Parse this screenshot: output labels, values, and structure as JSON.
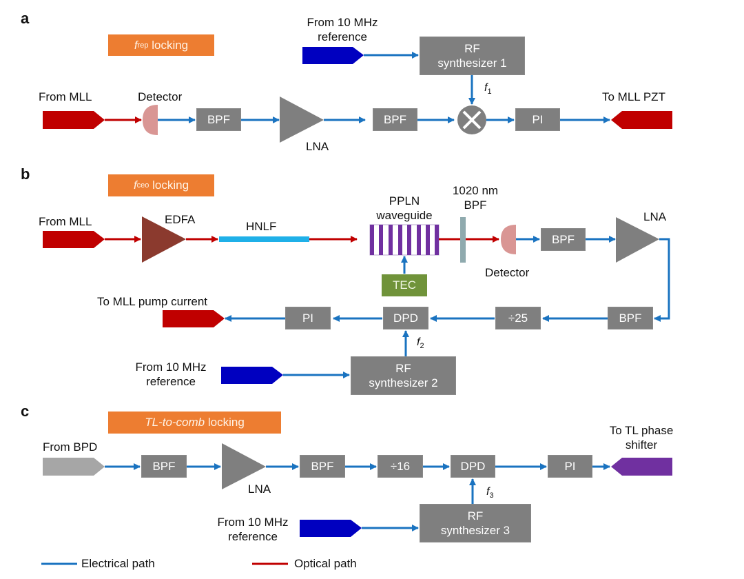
{
  "panels": {
    "a": {
      "letter": "a",
      "badge": {
        "italic": "f",
        "sub": "rep",
        "text": " locking"
      },
      "from_mll": "From MLL",
      "detector": "Detector",
      "bpf1": "BPF",
      "lna": "LNA",
      "bpf2": "BPF",
      "ref_line1": "From 10 MHz",
      "ref_line2": "reference",
      "synth_line1": "RF",
      "synth_line2": "synthesizer 1",
      "freq": {
        "italic": "f",
        "sub": "1"
      },
      "pi": "PI",
      "to_pzt": "To MLL PZT"
    },
    "b": {
      "letter": "b",
      "badge": {
        "italic": "f",
        "sub": "ceo",
        "text": " locking"
      },
      "from_mll": "From MLL",
      "edfa": "EDFA",
      "hnlf": "HNLF",
      "ppln_line1": "PPLN",
      "ppln_line2": "waveguide",
      "filter_line1": "1020 nm",
      "filter_line2": "BPF",
      "detector": "Detector",
      "bpf1": "BPF",
      "lna": "LNA",
      "tec": "TEC",
      "bpf2": "BPF",
      "divider": "÷25",
      "dpd": "DPD",
      "pi": "PI",
      "to_pump": "To MLL pump current",
      "freq": {
        "italic": "f",
        "sub": "2"
      },
      "ref_line1": "From 10 MHz",
      "ref_line2": "reference",
      "synth_line1": "RF",
      "synth_line2": "synthesizer 2"
    },
    "c": {
      "letter": "c",
      "badge": {
        "italic": "TL-to-comb",
        "text": " locking"
      },
      "from_bpd": "From BPD",
      "bpf1": "BPF",
      "lna": "LNA",
      "bpf2": "BPF",
      "divider": "÷16",
      "dpd": "DPD",
      "pi": "PI",
      "to_shifter_line1": "To TL phase",
      "to_shifter_line2": "shifter",
      "freq": {
        "italic": "f",
        "sub": "3"
      },
      "ref_line1": "From 10 MHz",
      "ref_line2": "reference",
      "synth_line1": "RF",
      "synth_line2": "synthesizer 3"
    }
  },
  "legend": {
    "electrical": "Electrical path",
    "optical": "Optical path"
  },
  "colors": {
    "electrical": "#1a73c0",
    "optical": "#c00000",
    "mll_port": "#c00000",
    "reference_port": "#0000c0",
    "bpd_port": "#a6a6a6",
    "shifter_port": "#7030a0",
    "block": "#7f7f7f",
    "badge": "#ed7d31",
    "edfa": "#8b3a2e",
    "hnlf": "#1fb0e8",
    "ppln": "#7030a0",
    "filter": "#8faaae",
    "detector": "#d99694",
    "tec": "#70933a"
  }
}
